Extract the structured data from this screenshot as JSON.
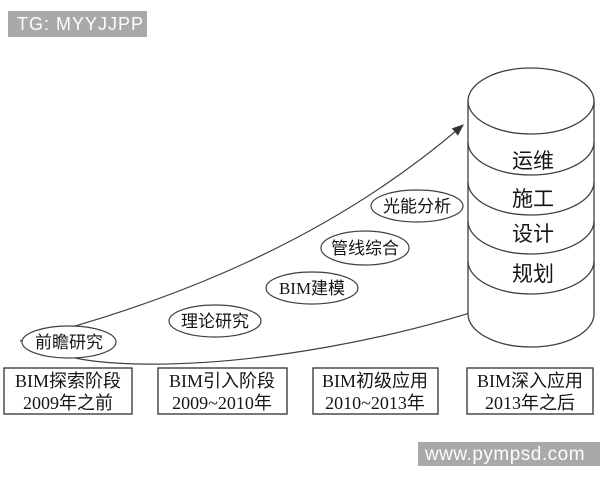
{
  "badge": {
    "text": "TG: MYYJJPP",
    "bg": "#a9a9a9",
    "fg": "#fdfdfd"
  },
  "watermark": {
    "text": "www.pympsd.com",
    "bg": "#a9a9a9",
    "fg": "#fdfdfd"
  },
  "diagram": {
    "line_color": "#3f3f3f",
    "phases": [
      {
        "label": "前瞻研究"
      },
      {
        "label": "理论研究"
      },
      {
        "label": "BIM建模"
      },
      {
        "label": "管线综合"
      },
      {
        "label": "光能分析"
      }
    ],
    "platform_layers": [
      {
        "label": "运维"
      },
      {
        "label": "施工"
      },
      {
        "label": "设计"
      },
      {
        "label": "规划"
      }
    ],
    "stages": [
      {
        "title": "BIM探索阶段",
        "period": "2009年之前"
      },
      {
        "title": "BIM引入阶段",
        "period": "2009~2010年"
      },
      {
        "title": "BIM初级应用",
        "period": "2010~2013年"
      },
      {
        "title": "BIM深入应用",
        "period": "2013年之后"
      }
    ]
  }
}
